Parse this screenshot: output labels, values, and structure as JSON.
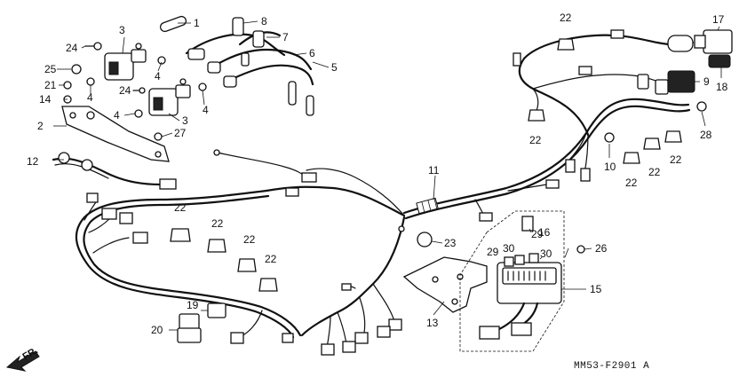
{
  "diagram": {
    "code": "MM53-F2901 A",
    "direction_label": "FR.",
    "callouts": {
      "c1": "1",
      "c2": "2",
      "c3a": "3",
      "c3b": "3",
      "c4a": "4",
      "c4b": "4",
      "c4c": "4",
      "c4d": "4",
      "c5": "5",
      "c6": "6",
      "c7": "7",
      "c8": "8",
      "c9": "9",
      "c10": "10",
      "c11": "11",
      "c12": "12",
      "c13": "13",
      "c14": "14",
      "c15": "15",
      "c16": "16",
      "c17": "17",
      "c18": "18",
      "c19": "19",
      "c20": "20",
      "c21": "21",
      "c22a": "22",
      "c22b": "22",
      "c22c": "22",
      "c22d": "22",
      "c22e": "22",
      "c22f": "22",
      "c22g": "22",
      "c22h": "22",
      "c22i": "22",
      "c23": "23",
      "c24a": "24",
      "c24b": "24",
      "c25": "25",
      "c26": "26",
      "c27": "27",
      "c28": "28",
      "c29a": "29",
      "c29b": "29",
      "c30a": "30",
      "c30b": "30"
    }
  }
}
